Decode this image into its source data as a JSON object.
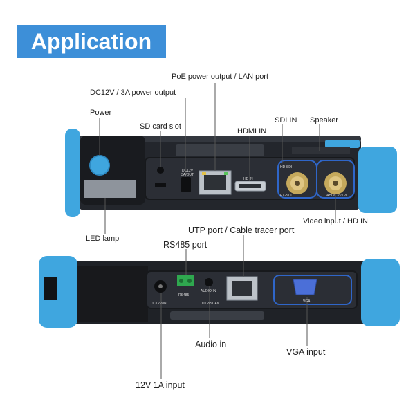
{
  "banner": {
    "title": "Application"
  },
  "labels": {
    "poe": "PoE power output / LAN port",
    "dc12v_output": "DC12V / 3A power output",
    "power": "Power",
    "sd_card": "SD card slot",
    "hdmi_in": "HDMI IN",
    "sdi_in": "SDI IN",
    "speaker": "Speaker",
    "led_lamp": "LED lamp",
    "video_input": "Video input / HD IN",
    "utp_port": "UTP port / Cable tracer port",
    "rs485": "RS485 port",
    "audio_in": "Audio in",
    "vga_input": "VGA input",
    "input_12v": "12V 1A input"
  },
  "device_print": {
    "dc12v_out": "DC12V",
    "dc12v_out2": "3A/OUT",
    "hd_in": "HD IN",
    "hd_sdi": "HD-SDI",
    "ex_sdi": "EX-SDI",
    "ahd": "AHD/CVI/TVI",
    "dc12v_in": "DC12V/IN",
    "rs485": "RS485",
    "audio_in": "AUDIO-IN",
    "utp_scan": "UTP/SCAN",
    "vga": "VGA"
  },
  "colors": {
    "banner": "#3d8fd8",
    "bumper": "#3fa6df",
    "body": "#1c1f24",
    "panel": "#2a2d33",
    "port_outline": "#2f66c9"
  }
}
